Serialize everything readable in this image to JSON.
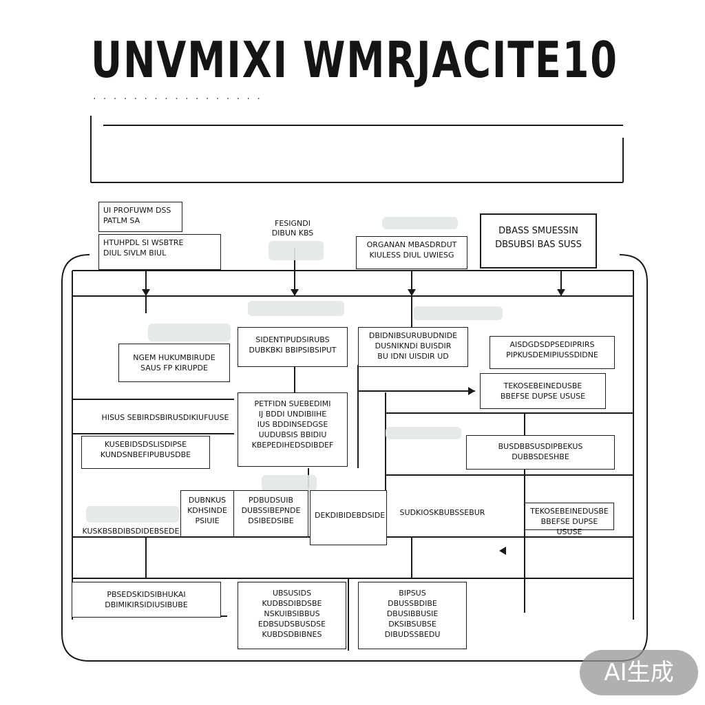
{
  "diagram": {
    "title": "UNVMIXI WMRJACITE10",
    "subtitle": ". . . . . . . . . . . . . . . . .",
    "boxes": {
      "top_left_a": "UI PROFUWM DSS\nPATLM SA",
      "top_left_b": "HTUHPDL SI WSBTRE\nDIUL SIVLM BIUL",
      "top_mid_label": "FESIGNDI\nDIBUN KBS",
      "top_mid_box": "ORGANAN MBASDRDUT\nKIULESS DIUL UWIESG",
      "top_right": "DBASS SMUESSIN\nDBSUBSI BAS SUSS",
      "mid_left": "NGEM HUKUMBIRUDE\nSAUS FP KIRUPDE",
      "mid_c1": "SIDENTIPUDSIRUBS\nDUBKBKI BBIPSIBSIPUT",
      "mid_c2": "DBIDNIBSURUBUDNIDE\nDUSNIKNDI BUISDIR\nBU IDNI UISDIR UD",
      "mid_right": "AISDGDSDPSEDIPRIRS\nPIPKUSDEMIPIUSSDIDNE",
      "right_small": "TEKOSEBEINEDUSBE\nBBEFSE DUPSE USUSE",
      "left_row": "HISUS SEBIRDSBIRUSDIKIUFUUSE",
      "center_big": "PETFIDN SUEBEDIMI\nIJ BDDI UNDIBIIHE\nIUS BDDINSEDGSE\nUUDUBSIS BBIDIU\nKBEPEDIHEDSDIBDEF",
      "left_low": "KUSEBIDSDSLISDIPSE\nKUNDSNBEFIPUBUSDBE",
      "right_low": "BUSDBBSUSDIPBEKUS\nDUBBSDESHBE",
      "low_c1": "DUBNKUS\nKDHSINDE\nPSIUIE",
      "low_c2": "PDBUDSUIB\nDUBSSIBEPNDE\nDSIBEDSIBE",
      "low_c3": "DEKDIBIDEBDSIDE",
      "low_right": "SUDKIOSKBUBSSEBUR",
      "left_text": "KUSKBSBDIBSDIDEBSEDE",
      "bottom_left": "PBSEDSKIDSIBHUKAI\nDBIMIKIRSIDIUSIBUBE",
      "bottom_c1": "UBSUSIDS\nKUDBSDIBDSBE\nNSKUIBSIBBUS\nEDBSUDSBUSDSE\nKUBDSDBIBNES",
      "bottom_c2": "BIPSUS\nDBUSSBDIBE\nDBUSIBBUSIE\nDKSIBSUBSE\nDIBUDSSBEDU"
    }
  },
  "watermark": "AI生成"
}
